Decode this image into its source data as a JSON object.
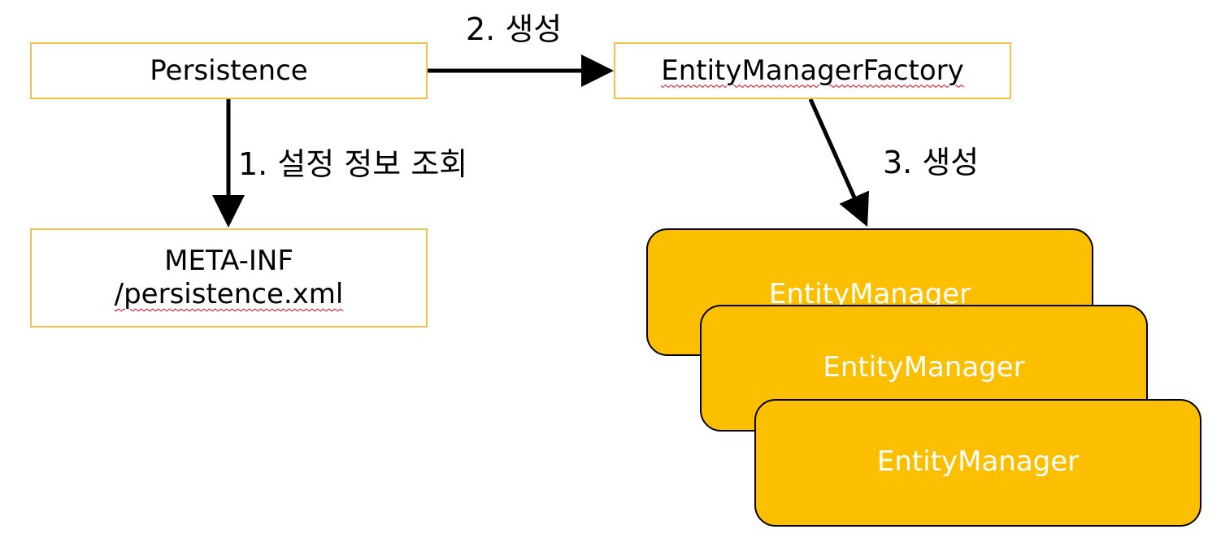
{
  "nodes": {
    "persistence": {
      "label": "Persistence"
    },
    "meta_inf": {
      "line1": "META-INF",
      "line2": "/persistence.xml"
    },
    "factory": {
      "label": "EntityManagerFactory"
    },
    "entity_managers": [
      {
        "label": "EntityManager"
      },
      {
        "label": "EntityManager"
      },
      {
        "label": "EntityManager"
      }
    ]
  },
  "edges": {
    "step1": {
      "label": "1. 설정 정보 조회"
    },
    "step2": {
      "label": "2. 생성"
    },
    "step3": {
      "label": "3. 생성"
    }
  },
  "colors": {
    "box_border": "#f2c14e",
    "card_fill": "#fcbf00",
    "card_text": "#ffffff",
    "arrow": "#000000",
    "spellcheck_underline": "#d0021b"
  }
}
